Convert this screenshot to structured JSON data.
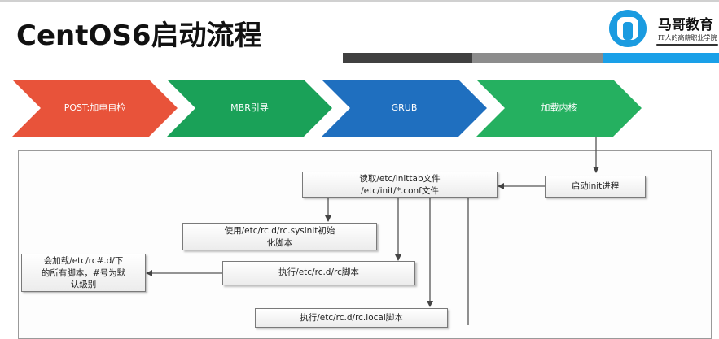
{
  "title": "CentOS6启动流程",
  "logo": {
    "icon": "maige-logo-icon",
    "name": "马哥教育",
    "slogan": "IT人的高薪职业学院"
  },
  "colors": {
    "post": "#e8533a",
    "mbr": "#1aa158",
    "grub": "#1f6fbf",
    "kernel": "#25b060",
    "accent_blue": "#1aa0e8"
  },
  "stages": [
    {
      "label": "POST:加电自检"
    },
    {
      "label": "MBR引导"
    },
    {
      "label": "GRUB"
    },
    {
      "label": "加载内核"
    }
  ],
  "boxes": {
    "start_init": "启动init进程",
    "read_line1": "读取/etc/inittab文件",
    "read_line2": "/etc/init/*.conf文件",
    "sysinit_line1": "使用/etc/rc.d/rc.sysinit初始",
    "sysinit_line2": "化脚本",
    "rc": "执行/etc/rc.d/rc脚本",
    "load_line1": "会加载/etc/rc#.d/下",
    "load_line2": "的所有脚本，#号为默",
    "load_line3": "认级别",
    "rclocal": "执行/etc/rc.d/rc.local脚本"
  }
}
